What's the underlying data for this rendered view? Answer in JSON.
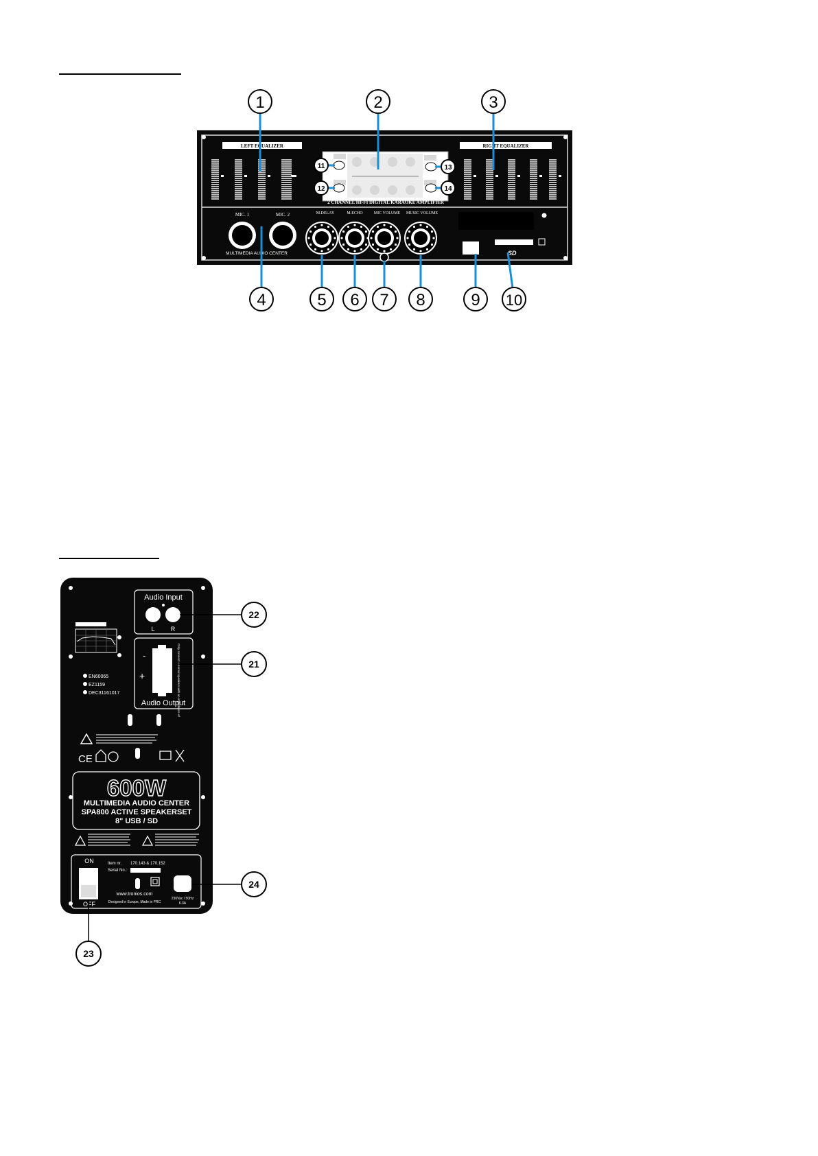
{
  "front_panel": {
    "left_equalizer": "LEFT EQUALIZER",
    "right_equalizer": "RIGHT EQUALIZER",
    "mic1": "MIC. 1",
    "mic2": "MIC. 2",
    "panel_brand": "MULTIMEDIA AUDIO CENTER",
    "amp_title": "2 CHANNEL HI-FI DIGITAL KARAOKE AMPLIFIER",
    "knob_labels": [
      "M.DELAY",
      "M.ECHO",
      "MIC VOLUME",
      "MUSIC VOLUME"
    ],
    "callouts": [
      "1",
      "2",
      "3",
      "4",
      "5",
      "6",
      "7",
      "8",
      "9",
      "10",
      "11",
      "12",
      "13",
      "14"
    ]
  },
  "rear_panel": {
    "audio_input": "Audio Input",
    "input_left": "L",
    "input_right": "R",
    "minus": "-",
    "plus": "+",
    "audio_output": "Audio Output",
    "output_note": "Only connect external speakers with an impedance of",
    "certs": [
      "EN60065",
      "EZ1159",
      "DEC31161017"
    ],
    "model_power": "600W",
    "model_line1": "MULTIMEDIA AUDIO CENTER",
    "model_line2": "SPA800 ACTIVE SPEAKERSET",
    "model_line3": "8\" USB / SD",
    "switch_on": "ON",
    "switch_off": "OFF",
    "item_nr_label": "Item nr.",
    "item_nr_value": "170.143 & 170.152",
    "serial_label": "Serial No.:",
    "website": "www.tronios.com",
    "designed": "Designed in Europe, Made in PRC",
    "power_spec": "230Vac / 50Hz",
    "fuse_spec": "6.3A",
    "callouts": [
      "21",
      "22",
      "23",
      "24"
    ]
  }
}
